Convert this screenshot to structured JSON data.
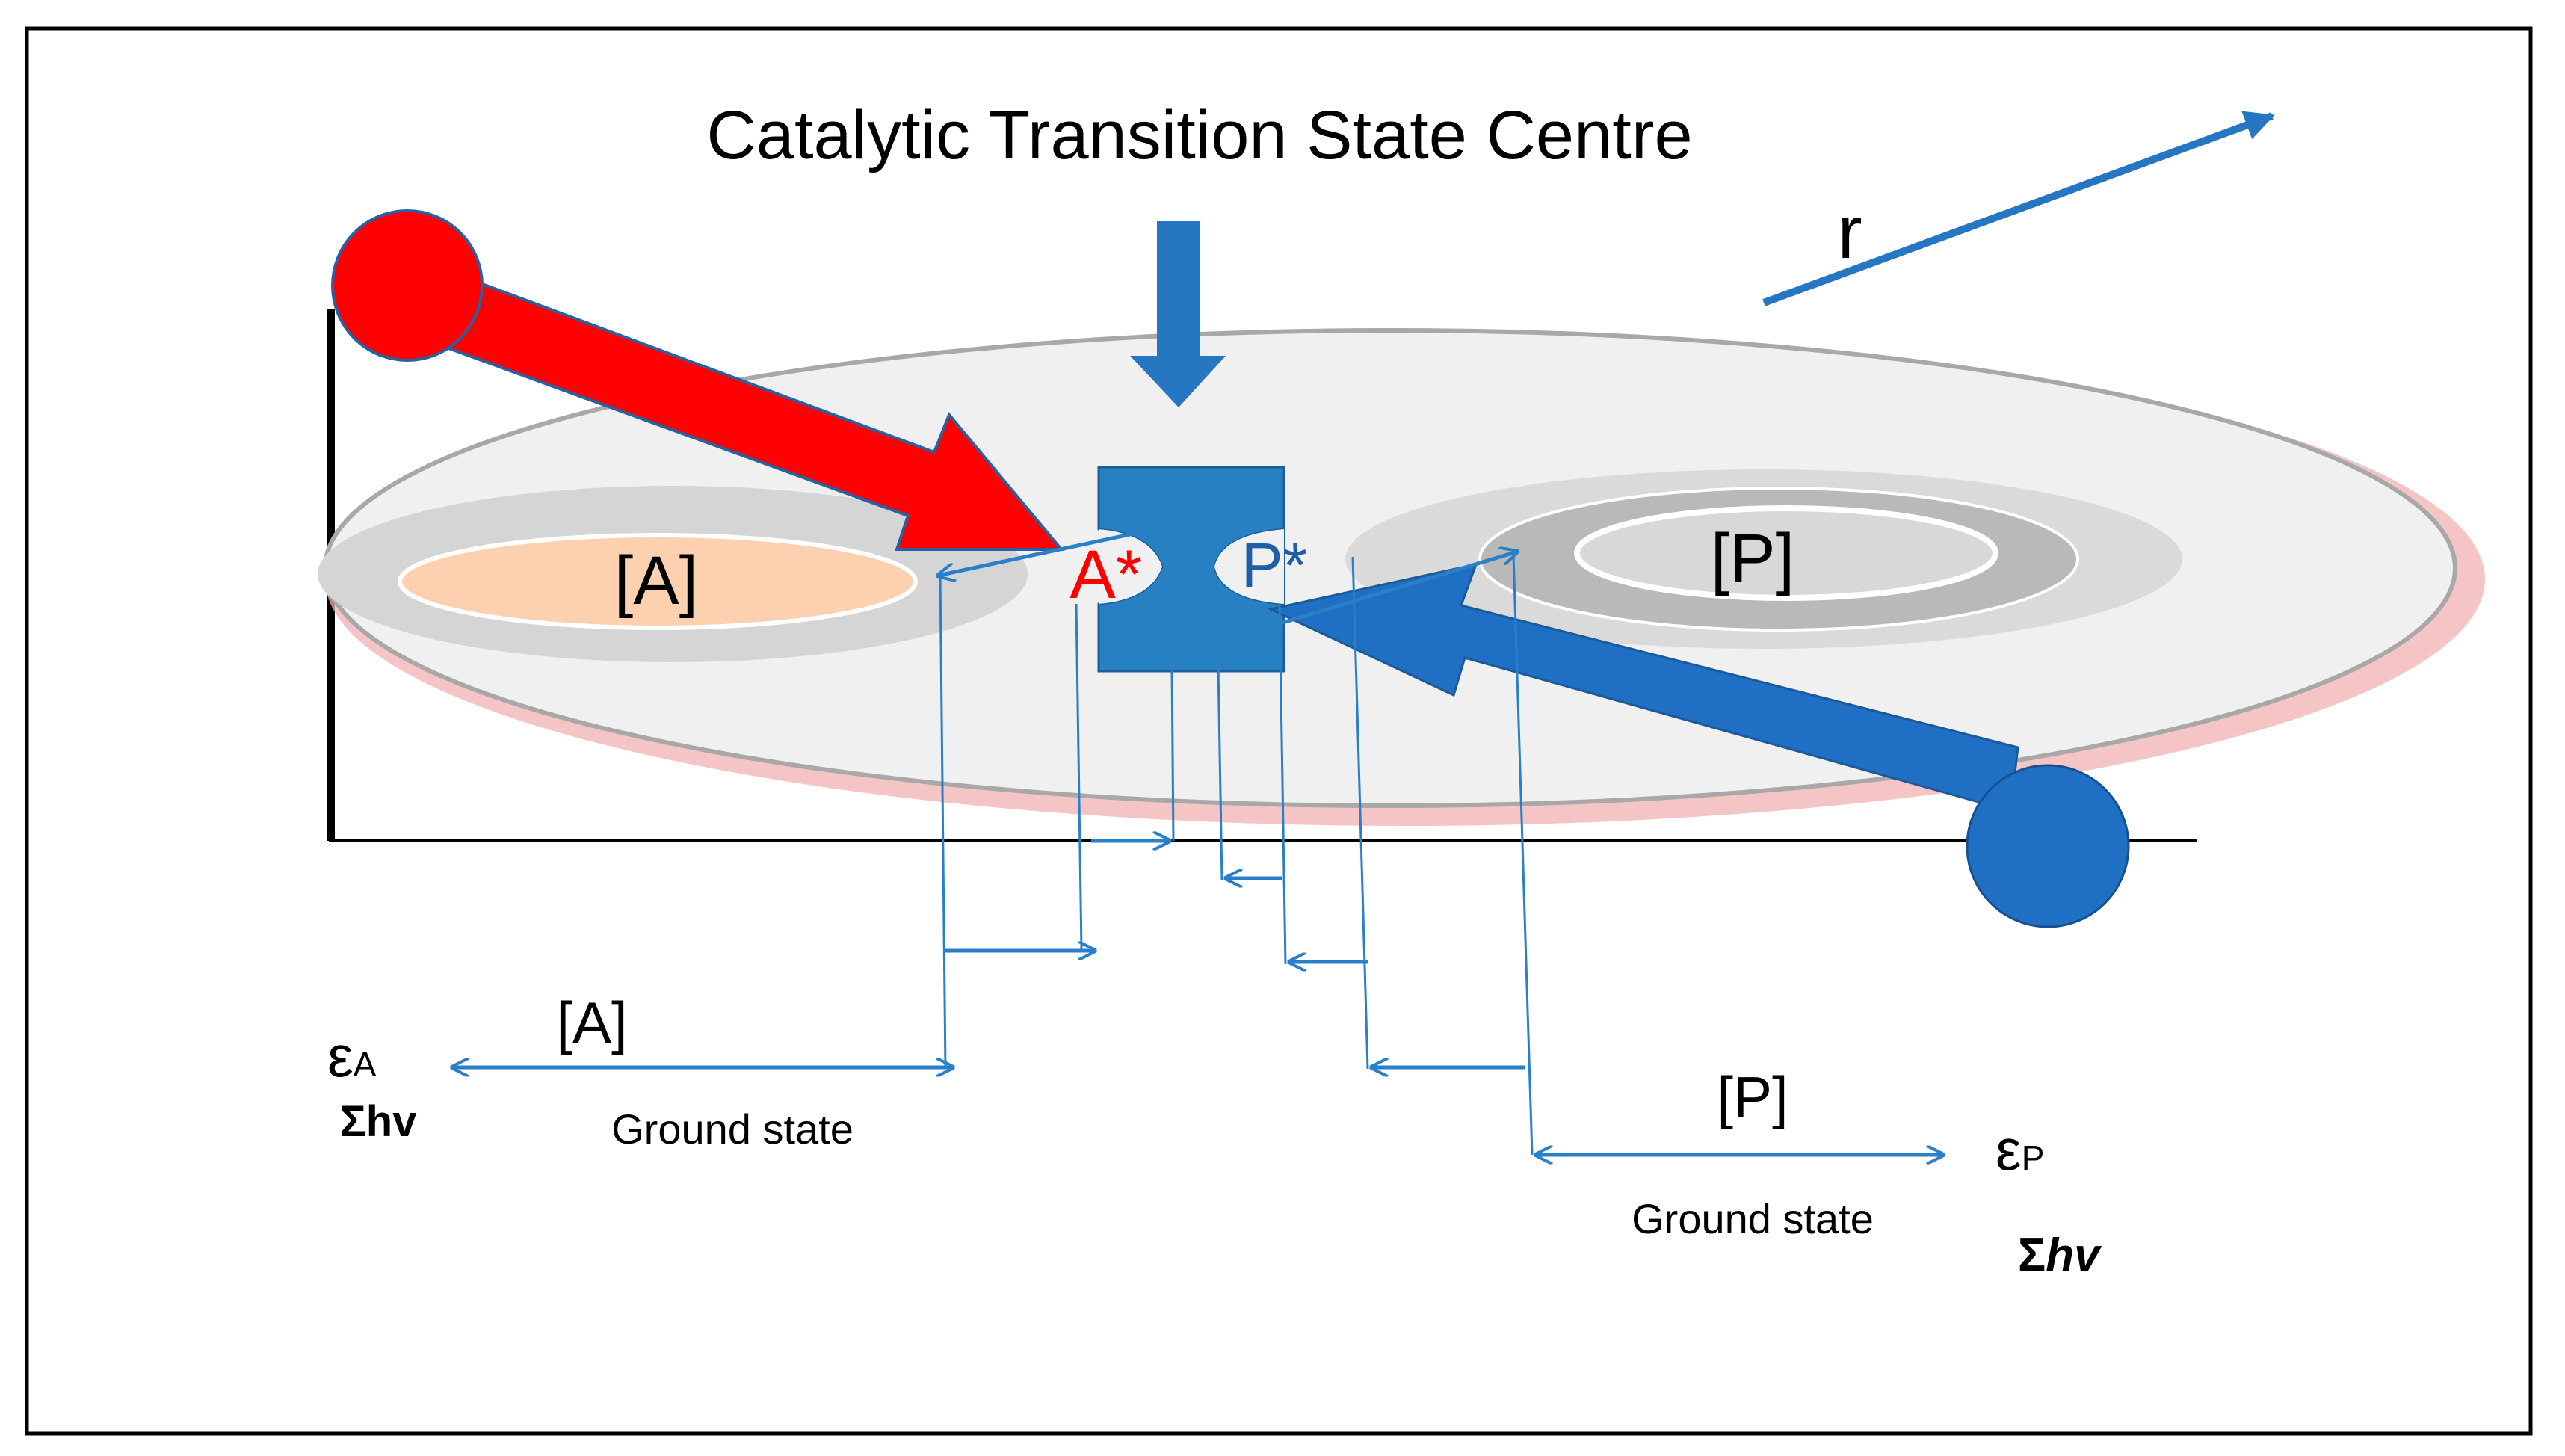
{
  "title": "Catalytic Transition State Centre",
  "axis_r_label": "r",
  "reactant": {
    "pool_label": "[A]",
    "excited_label": "A*",
    "color": "#ff0000"
  },
  "product": {
    "pool_label": "[P]",
    "excited_label": "P*",
    "color": "#1f6fc4"
  },
  "energy_left": {
    "epsilon_symbol": "ε",
    "epsilon_sub": "A",
    "sum_label": "Σhv",
    "span_label": "[A]",
    "ground_label": "Ground state"
  },
  "energy_right": {
    "epsilon_symbol": "ε",
    "epsilon_sub": "P",
    "sum_label_sigma": "Σ",
    "sum_label_hv": "hv",
    "span_label": "[P]",
    "ground_label": "Ground state"
  },
  "colors": {
    "blue_line": "#2a7fc9",
    "blue_arrow": "#2677c2",
    "centre_block": "#2680c2",
    "reactant_fill": "#fdd0b0",
    "halo": "#e88a8a"
  }
}
